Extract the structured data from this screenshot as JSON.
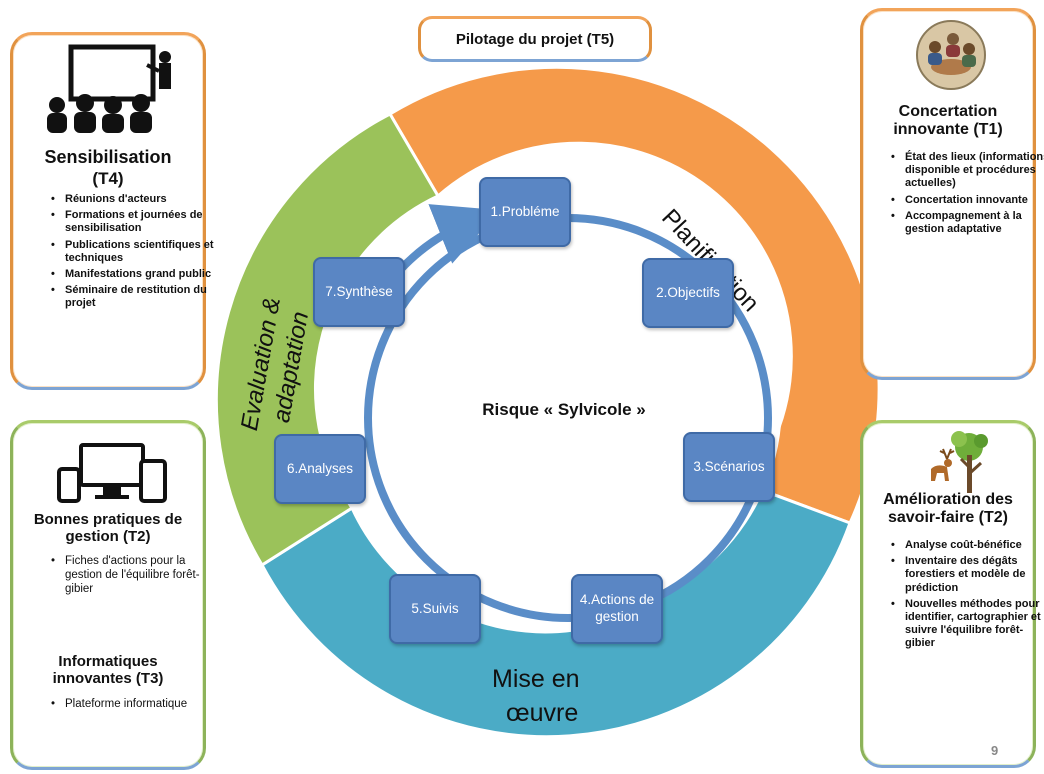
{
  "pilotage": {
    "label": "Pilotage du projet (T5)"
  },
  "center": {
    "title": "Risque « Sylvicole »"
  },
  "segments": {
    "planification": "Planification",
    "mise_en_oeuvre_1": "Mise en",
    "mise_en_oeuvre_2": "œuvre",
    "evaluation_1": "Evaluation &",
    "evaluation_2": "adaptation"
  },
  "steps": [
    {
      "label": "1.Probléme"
    },
    {
      "label": "2.Objectifs"
    },
    {
      "label": "3.Scénarios"
    },
    {
      "label": "4.Actions de gestion"
    },
    {
      "label": "5.Suivis"
    },
    {
      "label": "6.Analyses"
    },
    {
      "label": "7.Synthèse"
    }
  ],
  "sensibilisation": {
    "title": "Sensibilisation",
    "task": "(T4)",
    "items": [
      "Réunions d'acteurs",
      "Formations et journées de sensibilisation",
      "Publications scientifiques et techniques",
      "Manifestations grand public",
      "Séminaire de restitution du projet"
    ]
  },
  "concertation": {
    "title": "Concertation innovante (T1)",
    "items": [
      "État des lieux (informations disponible et procédures actuelles)",
      "Concertation innovante",
      "Accompagnement à la gestion adaptative"
    ]
  },
  "bonnes_pratiques": {
    "title": "Bonnes pratiques de gestion (T2)",
    "items": [
      "Fiches d'actions pour la gestion de l'équilibre forêt-gibier"
    ],
    "title2": "Informatiques innovantes (T3)",
    "items2": [
      "Plateforme informatique"
    ]
  },
  "amelioration": {
    "title": "Amélioration des savoir-faire (T2)",
    "items": [
      "Analyse coût-bénéfice",
      "Inventaire des dégâts forestiers et modèle de prédiction",
      "Nouvelles méthodes pour identifier, cartographier et suivre l'équilibre forêt-gibier"
    ]
  },
  "page_number": "9",
  "colors": {
    "planification": "#f59a4a",
    "mise_en_oeuvre": "#4babc6",
    "evaluation": "#9bc25a",
    "step_fill": "#5a86c4",
    "arrow": "#5a8dc8"
  },
  "icons": {
    "sensibilisation": "presentation-audience-icon",
    "concertation": "meeting-people-icon",
    "bonnes_pratiques": "devices-icon",
    "amelioration": "deer-tree-icon"
  }
}
